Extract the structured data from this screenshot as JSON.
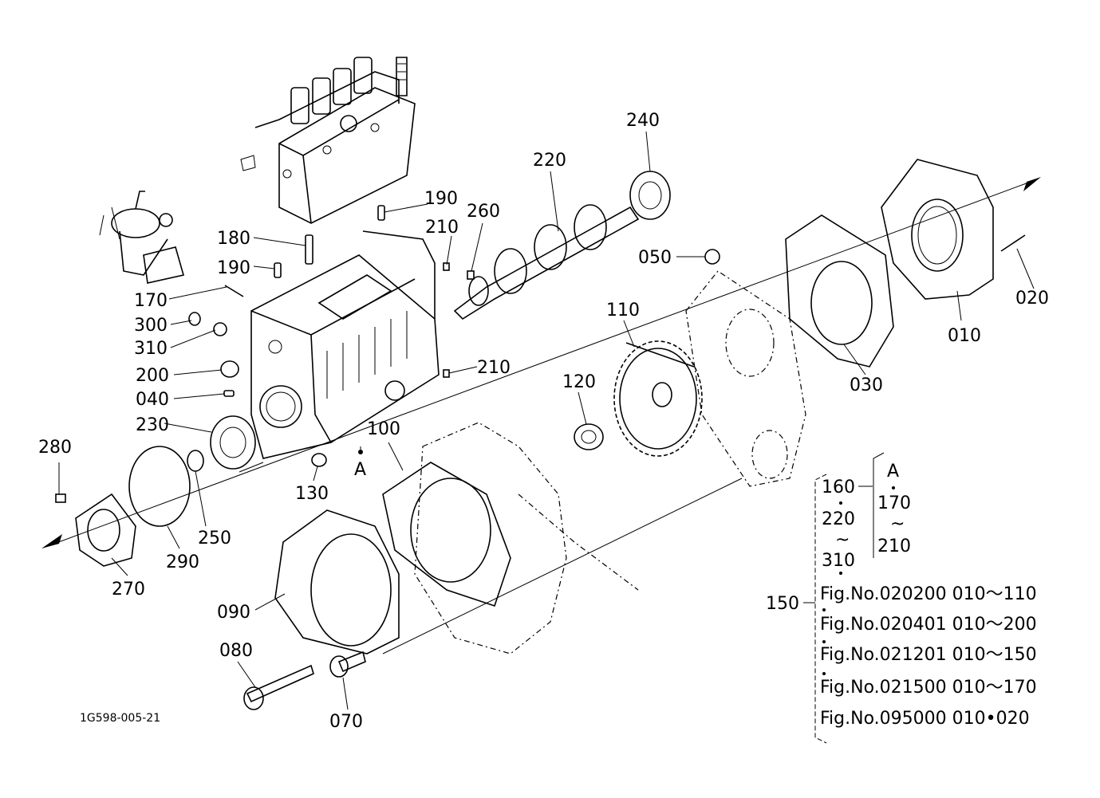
{
  "part_labels": {
    "p240": "240",
    "p220": "220",
    "p190a": "190",
    "p210a": "210",
    "p260": "260",
    "p180": "180",
    "p190b": "190",
    "p170": "170",
    "p300": "300",
    "p310": "310",
    "p200": "200",
    "p040": "040",
    "p230": "230",
    "p280": "280",
    "p250": "250",
    "p290": "290",
    "p270": "270",
    "p130": "130",
    "pA": "A",
    "p100": "100",
    "p210b": "210",
    "p120": "120",
    "p110": "110",
    "p050": "050",
    "p010": "010",
    "p020": "020",
    "p030": "030",
    "p090": "090",
    "p080": "080",
    "p070": "070"
  },
  "assembly_key": {
    "col1": [
      "160",
      "220",
      "310"
    ],
    "col2": [
      "A",
      "170",
      "210"
    ],
    "assembly_label": "150",
    "figure_refs": [
      "Fig.No.020200  010〜110",
      "Fig.No.020401  010〜200",
      "Fig.No.021201  010〜150",
      "Fig.No.021500  010〜170",
      "Fig.No.095000  010•020"
    ]
  },
  "diagram_code": "1G598-005-21"
}
